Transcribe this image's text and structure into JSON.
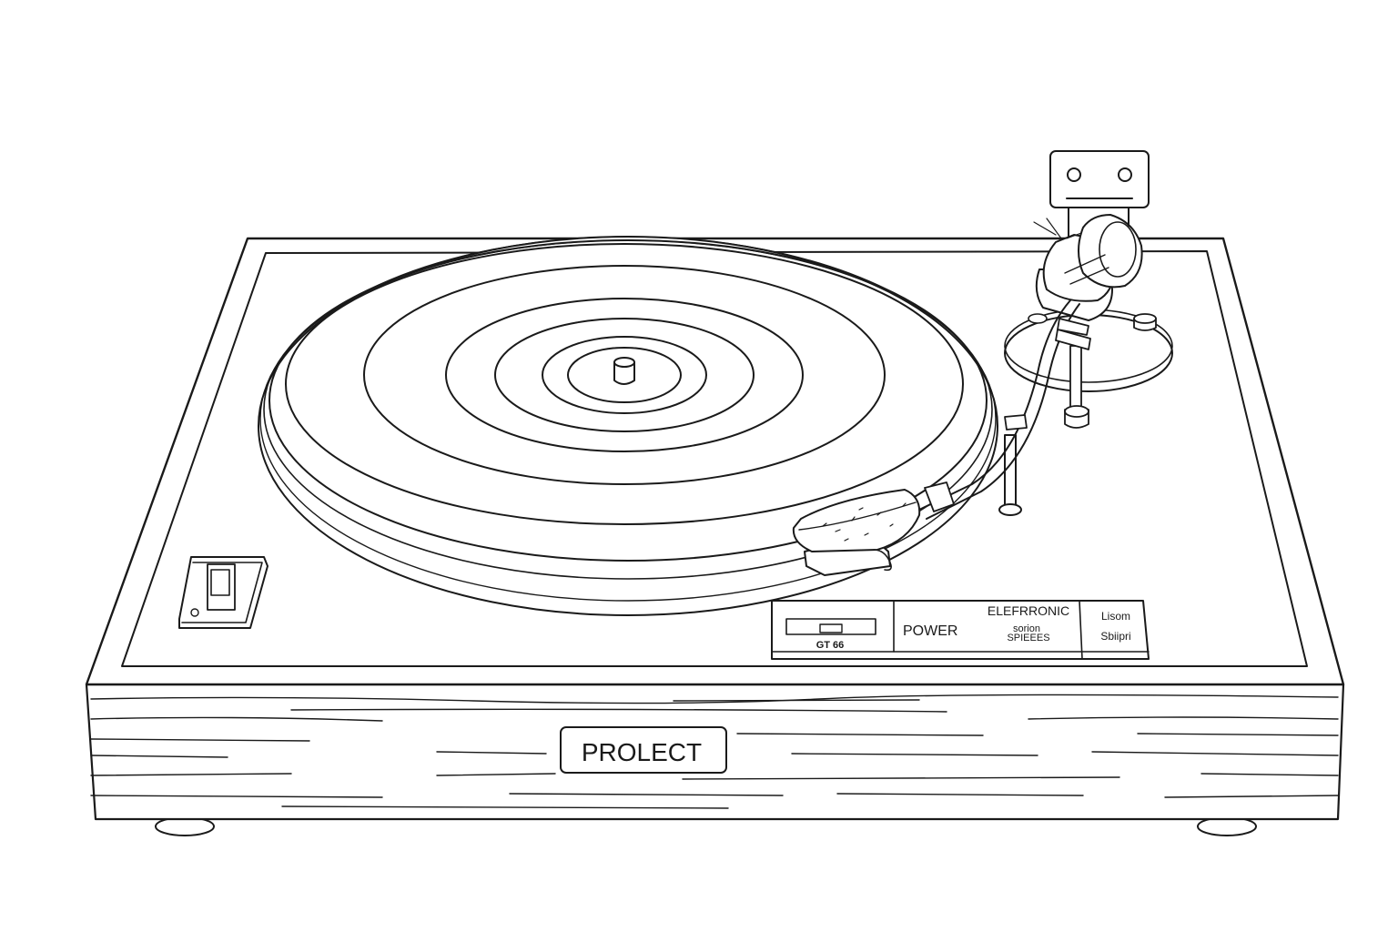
{
  "colors": {
    "ink": "#1a1a1a",
    "paper": "#ffffff"
  },
  "brand_plate": {
    "label": "PROLECT"
  },
  "control_panel": {
    "slot_label": "GT 66",
    "power_label": "POWER",
    "heading": "ELEFRRONIC",
    "sub_line_1": "sorion",
    "sub_line_2": "SPIEEES",
    "side_line_1": "Lisom",
    "side_line_2": "Sbiipri"
  },
  "icons": {
    "headshell_rest": "face-box-icon",
    "start_switch": "toggle-switch-icon"
  }
}
